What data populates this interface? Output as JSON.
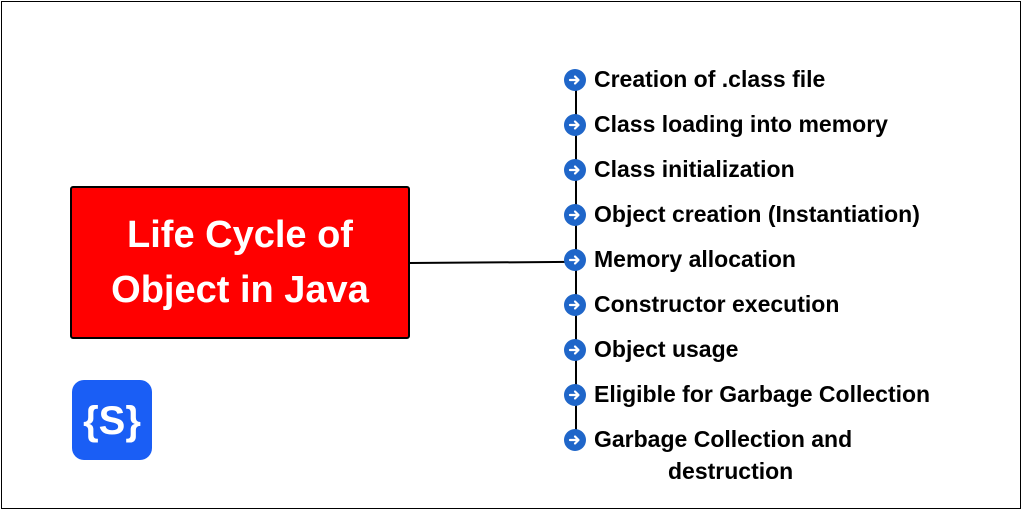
{
  "title": "Life Cycle of\nObject in Java",
  "steps": [
    "Creation of .class file",
    "Class loading into memory",
    "Class initialization",
    "Object creation (Instantiation)",
    "Memory allocation",
    "Constructor execution",
    "Object usage",
    "Eligible for Garbage Collection",
    "Garbage Collection and"
  ],
  "steps_continuation": "destruction",
  "logo": {
    "text": "{S}",
    "icon": "brace-s-logo-icon"
  },
  "bullet_icon": "arrow-right-circle-icon",
  "colors": {
    "title_box": "#ff0000",
    "title_text": "#ffffff",
    "bullet": "#1f66c9",
    "logo_bg": "#1a5ef5"
  }
}
